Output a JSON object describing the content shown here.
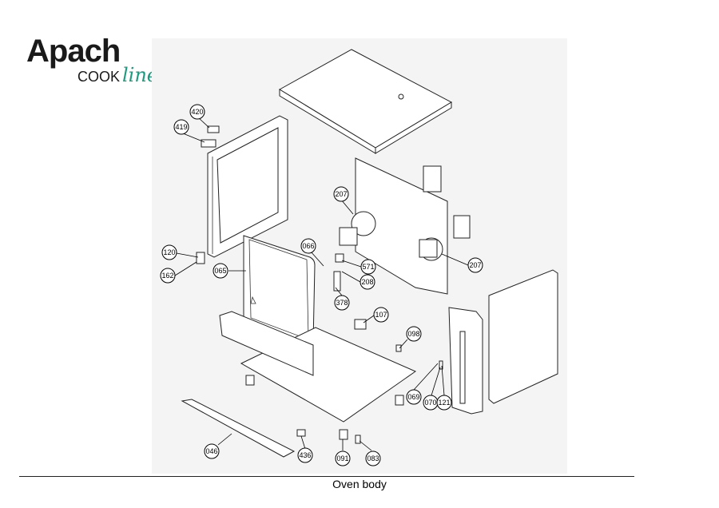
{
  "logo": {
    "brand": "Apach",
    "cook": "COOK",
    "line": "line",
    "line_color": "#1f9a7e"
  },
  "caption": "Oven body",
  "callouts": [
    {
      "id": "c420",
      "label": "420"
    },
    {
      "id": "c419",
      "label": "419"
    },
    {
      "id": "c207a",
      "label": "207"
    },
    {
      "id": "c120",
      "label": "120"
    },
    {
      "id": "c162",
      "label": "162"
    },
    {
      "id": "c066",
      "label": "066"
    },
    {
      "id": "c065",
      "label": "065"
    },
    {
      "id": "c571",
      "label": "571"
    },
    {
      "id": "c208",
      "label": "208"
    },
    {
      "id": "c378",
      "label": "378"
    },
    {
      "id": "c207b",
      "label": "207"
    },
    {
      "id": "c107",
      "label": "107"
    },
    {
      "id": "c098",
      "label": "098"
    },
    {
      "id": "c069",
      "label": "069"
    },
    {
      "id": "c070",
      "label": "070"
    },
    {
      "id": "c121",
      "label": "121"
    },
    {
      "id": "c046",
      "label": "046"
    },
    {
      "id": "c436",
      "label": "436"
    },
    {
      "id": "c091",
      "label": "091"
    },
    {
      "id": "c083",
      "label": "083"
    }
  ]
}
